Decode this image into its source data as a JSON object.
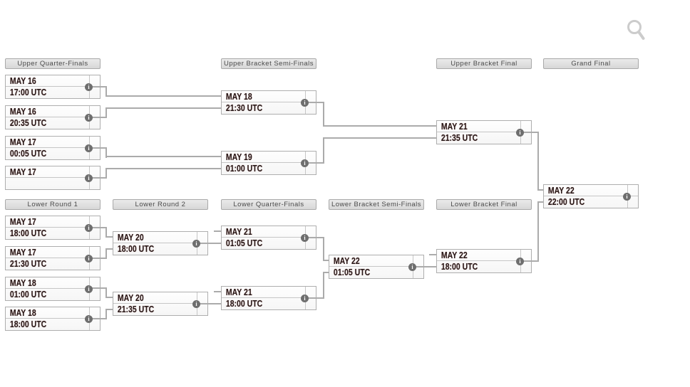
{
  "colors": {
    "connector": "#ababab",
    "box_border": "#aeaeae",
    "header_bg": "#dddddd",
    "header_text": "#4a4a4a",
    "date_text": "#241616",
    "info_icon_bg": "#6e6e6e",
    "search_icon": "#cccccc"
  },
  "icons": {
    "info_glyph": "i"
  },
  "rounds": {
    "uqf": {
      "label": "Upper Quarter-Finals",
      "matches": [
        {
          "date": "MAY 16",
          "time": "17:00 UTC"
        },
        {
          "date": "MAY 16",
          "time": "20:35 UTC"
        },
        {
          "date": "MAY 17",
          "time": "00:05 UTC"
        },
        {
          "date": "MAY 17",
          "time": ""
        }
      ]
    },
    "ubsf": {
      "label": "Upper Bracket Semi-Finals",
      "matches": [
        {
          "date": "MAY 18",
          "time": "21:30 UTC"
        },
        {
          "date": "MAY 19",
          "time": "01:00 UTC"
        }
      ]
    },
    "ubf": {
      "label": "Upper Bracket Final",
      "matches": [
        {
          "date": "MAY 21",
          "time": "21:35 UTC"
        }
      ]
    },
    "gf": {
      "label": "Grand Final",
      "matches": [
        {
          "date": "MAY 22",
          "time": "22:00 UTC"
        }
      ]
    },
    "lr1": {
      "label": "Lower Round 1",
      "matches": [
        {
          "date": "MAY 17",
          "time": "18:00 UTC"
        },
        {
          "date": "MAY 17",
          "time": "21:30 UTC"
        },
        {
          "date": "MAY 18",
          "time": "01:00 UTC"
        },
        {
          "date": "MAY 18",
          "time": "18:00 UTC"
        }
      ]
    },
    "lr2": {
      "label": "Lower Round 2",
      "matches": [
        {
          "date": "MAY 20",
          "time": "18:00 UTC"
        },
        {
          "date": "MAY 20",
          "time": "21:35 UTC"
        }
      ]
    },
    "lqf": {
      "label": "Lower Quarter-Finals",
      "matches": [
        {
          "date": "MAY 21",
          "time": "01:05 UTC"
        },
        {
          "date": "MAY 21",
          "time": "18:00 UTC"
        }
      ]
    },
    "lbsf": {
      "label": "Lower Bracket Semi-Finals",
      "matches": [
        {
          "date": "MAY 22",
          "time": "01:05 UTC"
        }
      ]
    },
    "lbf": {
      "label": "Lower Bracket Final",
      "matches": [
        {
          "date": "MAY 22",
          "time": "18:00 UTC"
        }
      ]
    }
  }
}
